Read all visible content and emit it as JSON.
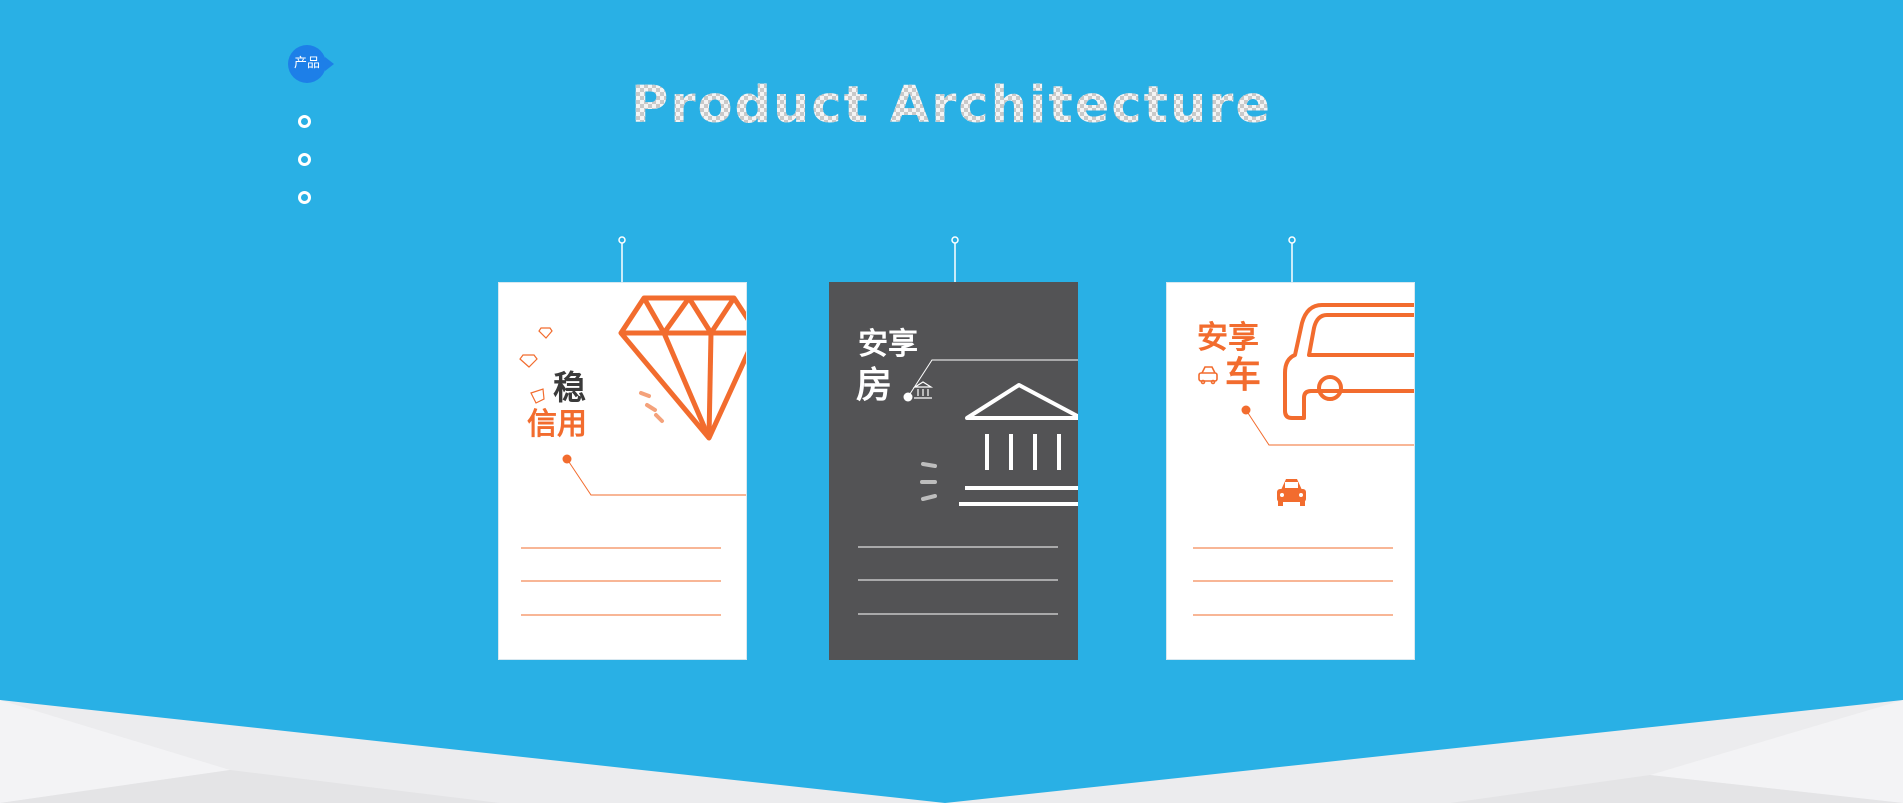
{
  "theme": {
    "background": "#29b0e5",
    "accent_orange": "#f26c2e",
    "dark_card": "#535355",
    "nav_active": "#1d7fe8"
  },
  "nav": {
    "active_label": "产品",
    "dots": [
      "",
      "",
      ""
    ]
  },
  "header": {
    "title": "Product Architecture"
  },
  "cards": [
    {
      "name": "credit",
      "icon": "diamond-icon",
      "title_top": "稳",
      "title_bottom": "信用"
    },
    {
      "name": "house",
      "icon": "bank-building-icon",
      "title_top": "安享",
      "title_bottom": "房"
    },
    {
      "name": "car",
      "icon": "car-icon",
      "title_top": "安享",
      "title_bottom": "车"
    }
  ]
}
